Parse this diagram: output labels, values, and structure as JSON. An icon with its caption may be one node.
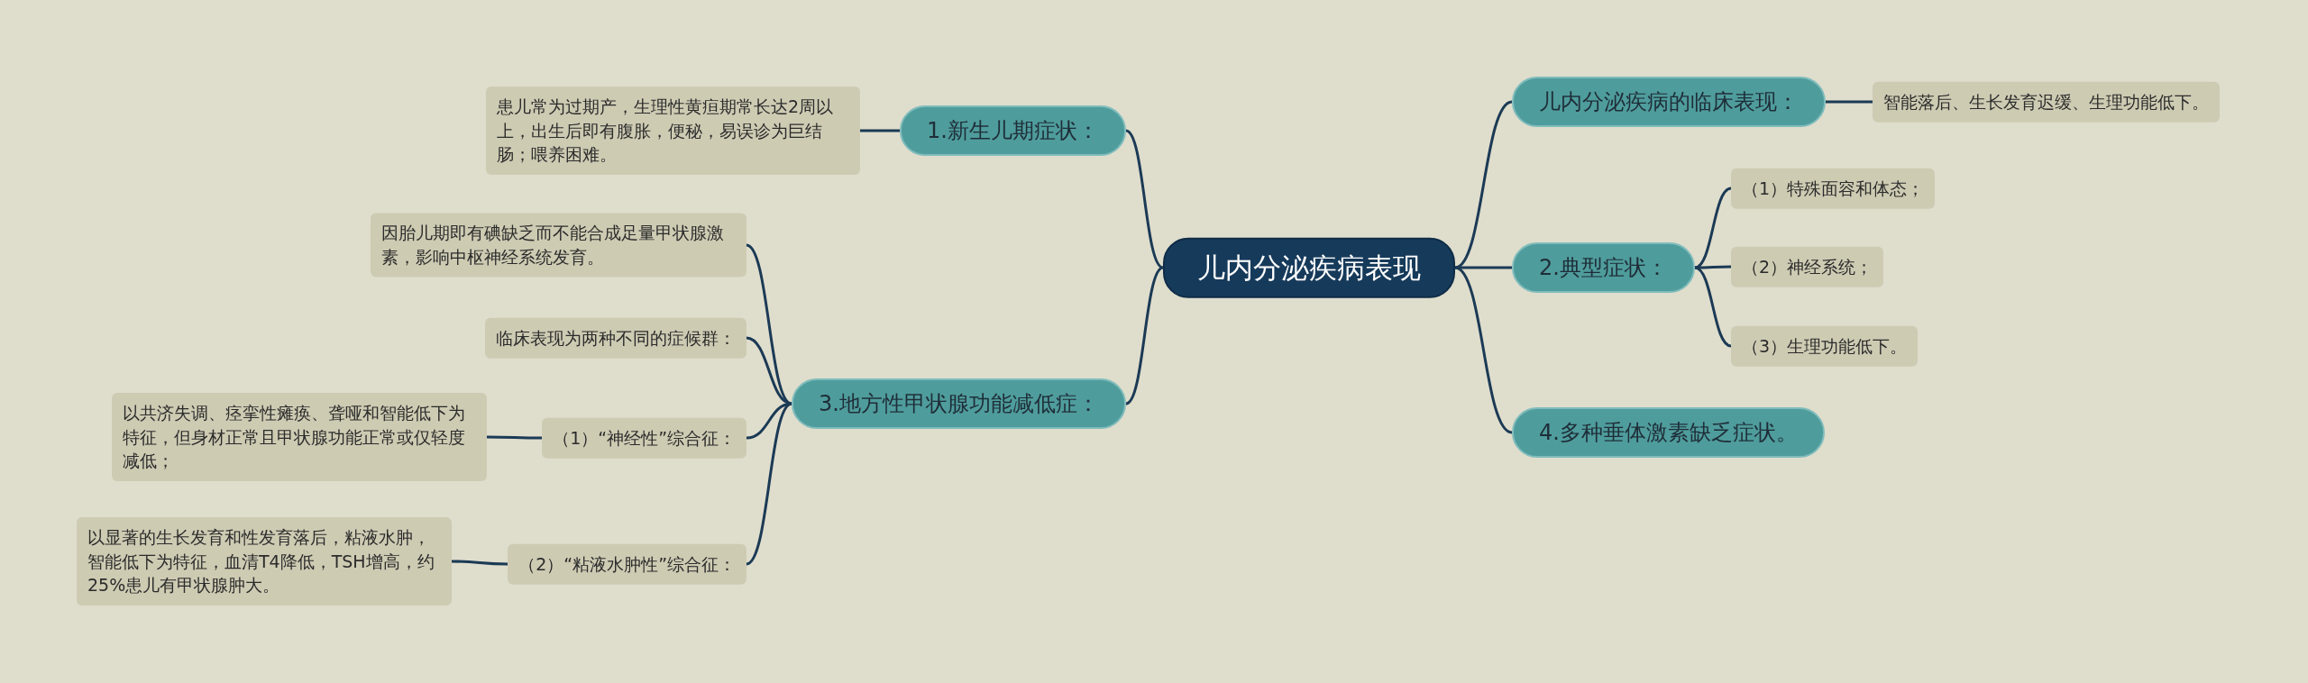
{
  "diagram": {
    "nodes": [
      {
        "text": [
          "儿内分泌疾病表现"
        ]
      },
      {
        "text": [
          "1.新生儿期症状："
        ]
      },
      {
        "text": [
          "患儿常为过期产，生理性黄疸期常长达2周以上，出生后即有腹胀，便秘，易误诊为巨结肠；喂养困难。"
        ]
      },
      {
        "text": [
          "3.地方性甲状腺功能减低症："
        ]
      },
      {
        "text": [
          "因胎儿期即有碘缺乏而不能合成足量甲状腺激素，影响中枢神经系统发育。"
        ]
      },
      {
        "text": [
          "临床表现为两种不同的症候群："
        ]
      },
      {
        "text": [
          "（1）“神经性”综合征："
        ]
      },
      {
        "text": [
          "以共济失调、痉挛性瘫痪、聋哑和智能低下为特征，但身材正常且甲状腺功能正常或仅轻度减低；"
        ]
      },
      {
        "text": [
          "（2）“粘液水肿性”综合征："
        ]
      },
      {
        "text": [
          "以显著的生长发育和性发育落后，粘液水肿，智能低下为特征，血清T4降低，TSH增高，约25%患儿有甲状腺肿大。"
        ]
      },
      {
        "text": [
          "儿内分泌疾病的临床表现："
        ]
      },
      {
        "text": [
          "智能落后、生长发育迟缓、生理功能低下。"
        ]
      },
      {
        "text": [
          "2.典型症状："
        ]
      },
      {
        "text": [
          "（1）特殊面容和体态；"
        ]
      },
      {
        "text": [
          "（2）神经系统；"
        ]
      },
      {
        "text": [
          "（3）生理功能低下。"
        ]
      },
      {
        "text": [
          "4.多种垂体激素缺乏症状。"
        ]
      }
    ],
    "edges": [
      {
        "from": 0,
        "to": 1,
        "arrow": "none"
      },
      {
        "from": 1,
        "to": 2,
        "arrow": "none"
      },
      {
        "from": 0,
        "to": 3,
        "arrow": "none"
      },
      {
        "from": 3,
        "to": 4,
        "arrow": "none"
      },
      {
        "from": 3,
        "to": 5,
        "arrow": "none"
      },
      {
        "from": 3,
        "to": 6,
        "arrow": "none"
      },
      {
        "from": 6,
        "to": 7,
        "arrow": "none"
      },
      {
        "from": 3,
        "to": 8,
        "arrow": "none"
      },
      {
        "from": 8,
        "to": 9,
        "arrow": "none"
      },
      {
        "from": 0,
        "to": 10,
        "arrow": "none"
      },
      {
        "from": 10,
        "to": 11,
        "arrow": "none"
      },
      {
        "from": 0,
        "to": 12,
        "arrow": "none"
      },
      {
        "from": 12,
        "to": 13,
        "arrow": "none"
      },
      {
        "from": 12,
        "to": 14,
        "arrow": "none"
      },
      {
        "from": 12,
        "to": 15,
        "arrow": "none"
      },
      {
        "from": 0,
        "to": 16,
        "arrow": "none"
      }
    ]
  }
}
